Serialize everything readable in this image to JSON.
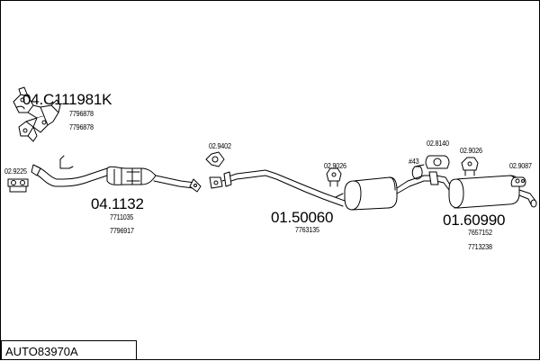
{
  "diagram": {
    "code": "AUTO83970A",
    "groups": [
      {
        "part_no": "04.C111981K",
        "oems": [
          "7796878",
          "7796878"
        ]
      },
      {
        "part_no": "04.1132",
        "oems": [
          "7711035",
          "7796917"
        ]
      },
      {
        "part_no": "01.50060",
        "oems": [
          "7763135"
        ]
      },
      {
        "part_no": "01.60990",
        "oems": [
          "7657152",
          "7713238"
        ]
      }
    ],
    "accessories": [
      {
        "ref": "02.9225"
      },
      {
        "ref": "02.9402"
      },
      {
        "ref": "02.9026"
      },
      {
        "ref": "02.8140"
      },
      {
        "ref": "02.9026"
      },
      {
        "ref": "02.9087"
      },
      {
        "ref": "#43"
      }
    ]
  }
}
